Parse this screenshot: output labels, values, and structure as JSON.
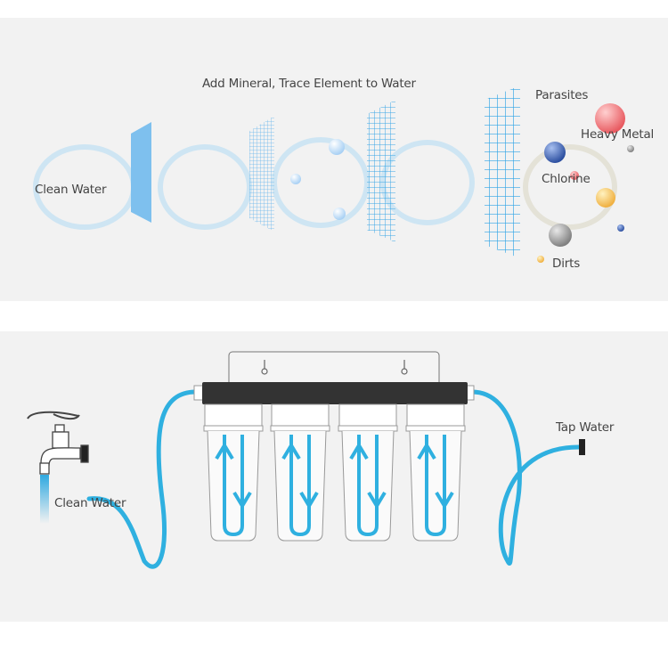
{
  "top_panel": {
    "title": "Add Mineral, Trace Element to Water",
    "clean_water_label": "Clean Water",
    "contaminants": [
      "Parasites",
      "Heavy Metal",
      "Chlorine",
      "Dirts"
    ]
  },
  "bottom_panel": {
    "clean_water_label": "Clean Water",
    "tap_water_label": "Tap Water",
    "cartridge_count": 4
  },
  "colors": {
    "background": "#f2f2f2",
    "water_blue": "#2fb0e0",
    "filter_blue": "#6cb8ec",
    "header_dark": "#333333"
  }
}
